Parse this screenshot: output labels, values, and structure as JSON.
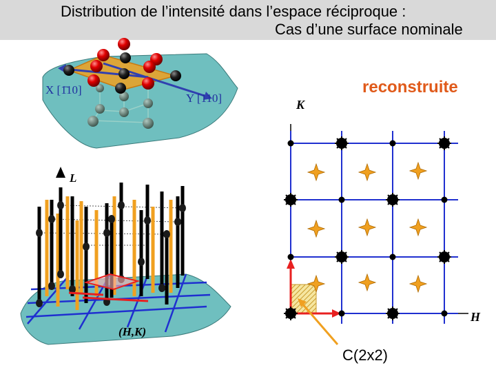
{
  "title": {
    "line1": "Distribution de l’intensité dans l’espace réciproque :",
    "line2": "Cas d’une surface nominale"
  },
  "real_space": {
    "x_axis_label": "X [1̄10]",
    "y_axis_label": "Y [110]"
  },
  "reciprocal_3d": {
    "l_axis_label": "L",
    "plane_label": "(H,K)"
  },
  "reciprocal_2d": {
    "heading": "reconstruite",
    "k_axis_label": "K",
    "h_axis_label": "H",
    "cell_label": "C(2x2)"
  },
  "colors": {
    "title_bar": "#d9d9d9",
    "surface": "#6fbfbf",
    "heading": "#e05a1a",
    "grid": "#1f2fd0",
    "axis_red": "#e82020",
    "rod_orange": "#f0a020",
    "star_orange": "#f0a020",
    "atom_red": "#e00000"
  }
}
